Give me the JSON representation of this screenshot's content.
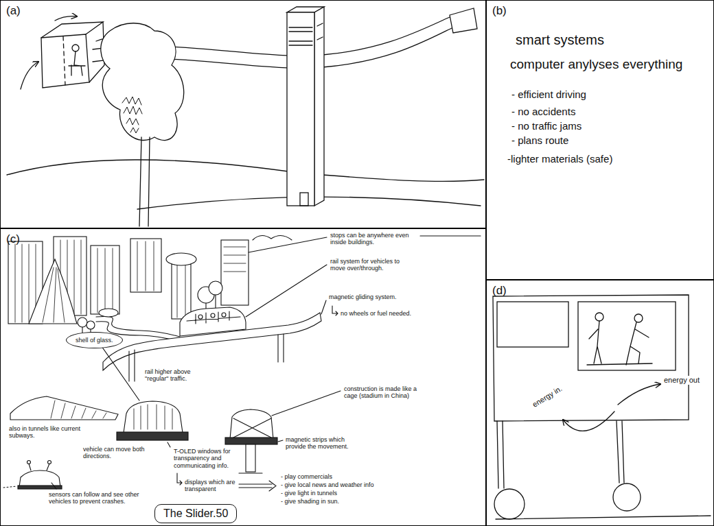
{
  "diagram": {
    "nodes": [
      {
        "text": [
          "(a)"
        ]
      },
      {
        "text": [
          "(b)",
          "smart systems",
          "computer anylyses everything",
          "- efficient driving",
          "- no accidents",
          "- no traffic jams",
          "- plans route",
          "-lighter materials (safe)"
        ]
      },
      {
        "text": [
          "(c)"
        ]
      },
      {
        "text": [
          "shell of glass."
        ],
        "in": 2
      },
      {
        "text": [
          "The Slider.50"
        ],
        "in": 2
      },
      {
        "text": [
          "(d)"
        ]
      }
    ],
    "labels": [
      "stops can be anywhere even inside buildings.",
      "rail system for vehicles to move over/through.",
      "magnetic gliding system.",
      "no wheels or fuel needed.",
      "rail higher above \"regular\" traffic.",
      "also in tunnels like current subways.",
      "vehicle can move both directions.",
      "construction is made like a cage (stadium in China)",
      "magnetic strips which provide the movement.",
      "T-OLED windows for transparency and communicating info.",
      "displays which are transparent",
      "- play commercials",
      "- give local news and weather info",
      "- give light in tunnels",
      "- give shading in sun.",
      "sensors can follow and see other vehicles to prevent crashes.",
      "energy out",
      "energy in."
    ]
  }
}
